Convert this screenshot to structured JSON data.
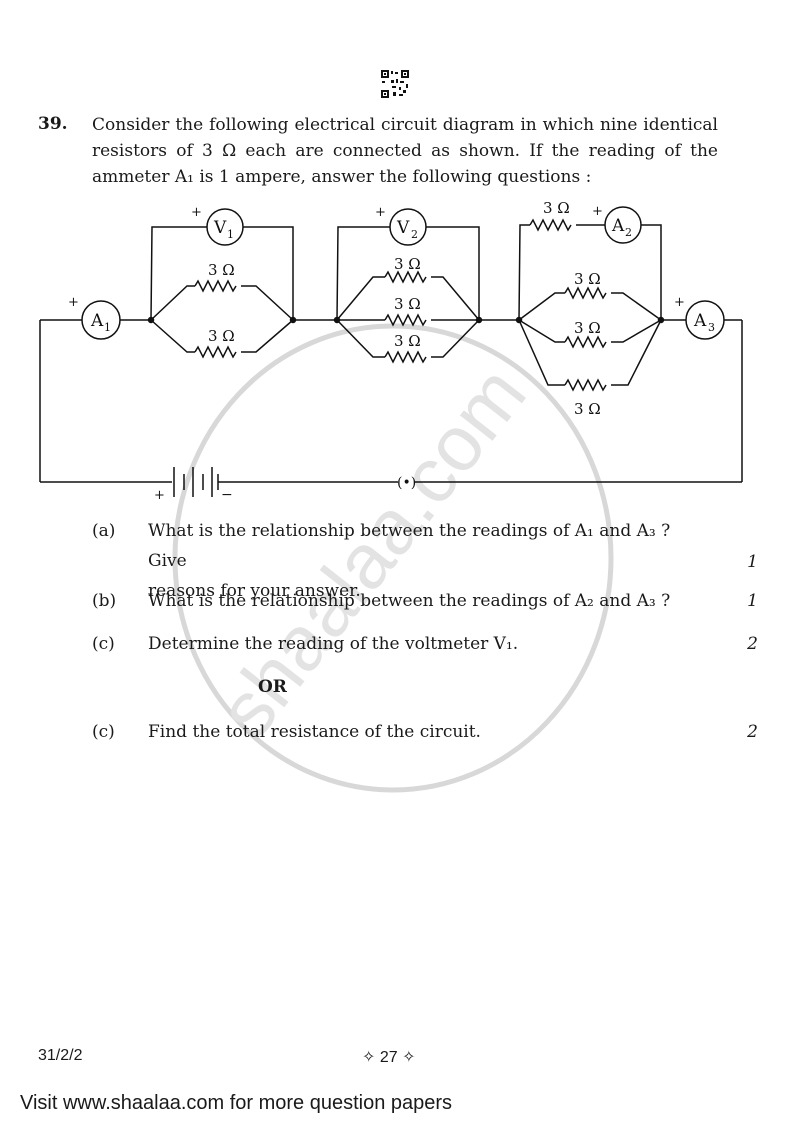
{
  "question": {
    "number": "39.",
    "lines": [
      "Consider the following electrical circuit diagram in which nine identical",
      "resistors of 3 Ω each are connected as shown. If the reading of the",
      "ammeter A₁ is 1 ampere, answer the following questions :"
    ]
  },
  "circuit": {
    "resistor_label": "3 Ω",
    "plus": "+",
    "minus": "−",
    "key_symbol": "(•)",
    "meters": {
      "A1_letter": "A",
      "A1_sub": "1",
      "A2_letter": "A",
      "A2_sub": "2",
      "A3_letter": "A",
      "A3_sub": "3",
      "V1_letter": "V",
      "V1_sub": "1",
      "V2_letter": "V",
      "V2_sub": "2"
    }
  },
  "parts": [
    {
      "label": "(a)",
      "line1": "What is the relationship between the readings of A₁ and A₃ ? Give",
      "line2": "reasons for your answer.",
      "marks": "1"
    },
    {
      "label": "(b)",
      "line1": "What is the relationship between the readings of A₂ and A₃ ?",
      "marks": "1"
    },
    {
      "label": "(c)",
      "line1": "Determine the reading of the voltmeter V₁.",
      "marks": "2"
    },
    {
      "label": "(c)",
      "line1": "Find the total resistance of the circuit.",
      "marks": "2"
    }
  ],
  "or_label": "OR",
  "footer": {
    "code": "31/2/2",
    "page": "✧ 27 ✧",
    "visit": "Visit www.shaalaa.com for more question papers"
  },
  "watermark_text": "shaalaa.com"
}
